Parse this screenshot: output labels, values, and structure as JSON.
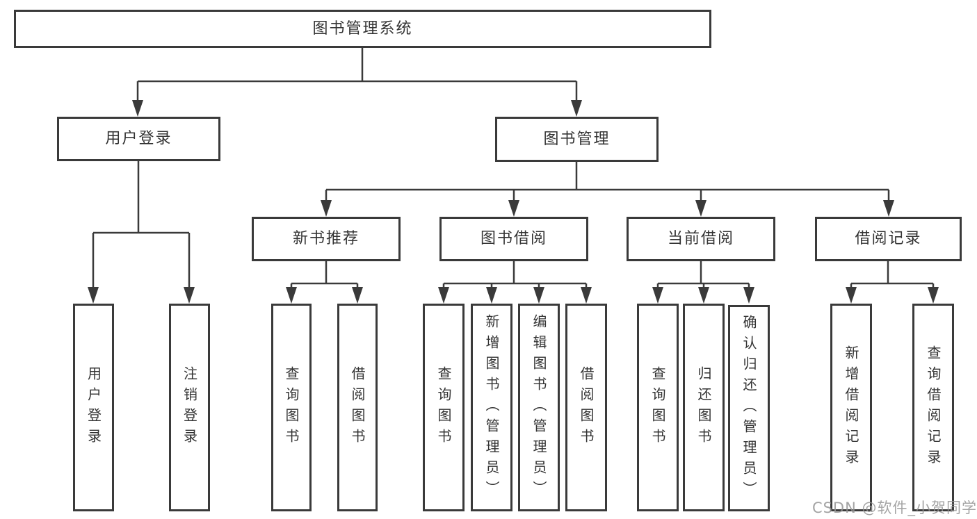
{
  "diagram": {
    "root": {
      "label": "图书管理系统"
    },
    "level2": [
      {
        "label": "用户登录"
      },
      {
        "label": "图书管理"
      }
    ],
    "login_leaves": [
      {
        "label": "用户登录"
      },
      {
        "label": "注销登录"
      }
    ],
    "level3": [
      {
        "label": "新书推荐"
      },
      {
        "label": "图书借阅"
      },
      {
        "label": "当前借阅"
      },
      {
        "label": "借阅记录"
      }
    ],
    "leaves": {
      "recommend": [
        {
          "label": "查询图书"
        },
        {
          "label": "借阅图书"
        }
      ],
      "borrow": [
        {
          "label": "查询图书"
        },
        {
          "label": "新增图书（管理员）"
        },
        {
          "label": "编辑图书（管理员）"
        },
        {
          "label": "借阅图书"
        }
      ],
      "current": [
        {
          "label": "查询图书"
        },
        {
          "label": "归还图书"
        },
        {
          "label": "确认归还（管理员）"
        }
      ],
      "records": [
        {
          "label": "新增借阅记录"
        },
        {
          "label": "查询借阅记录"
        }
      ]
    },
    "colors": {
      "line": "#3a3a3a",
      "text": "#333333",
      "background": "#ffffff",
      "watermark": "#949494"
    }
  },
  "watermark": {
    "text": "CSDN @软件_小贺同学"
  }
}
